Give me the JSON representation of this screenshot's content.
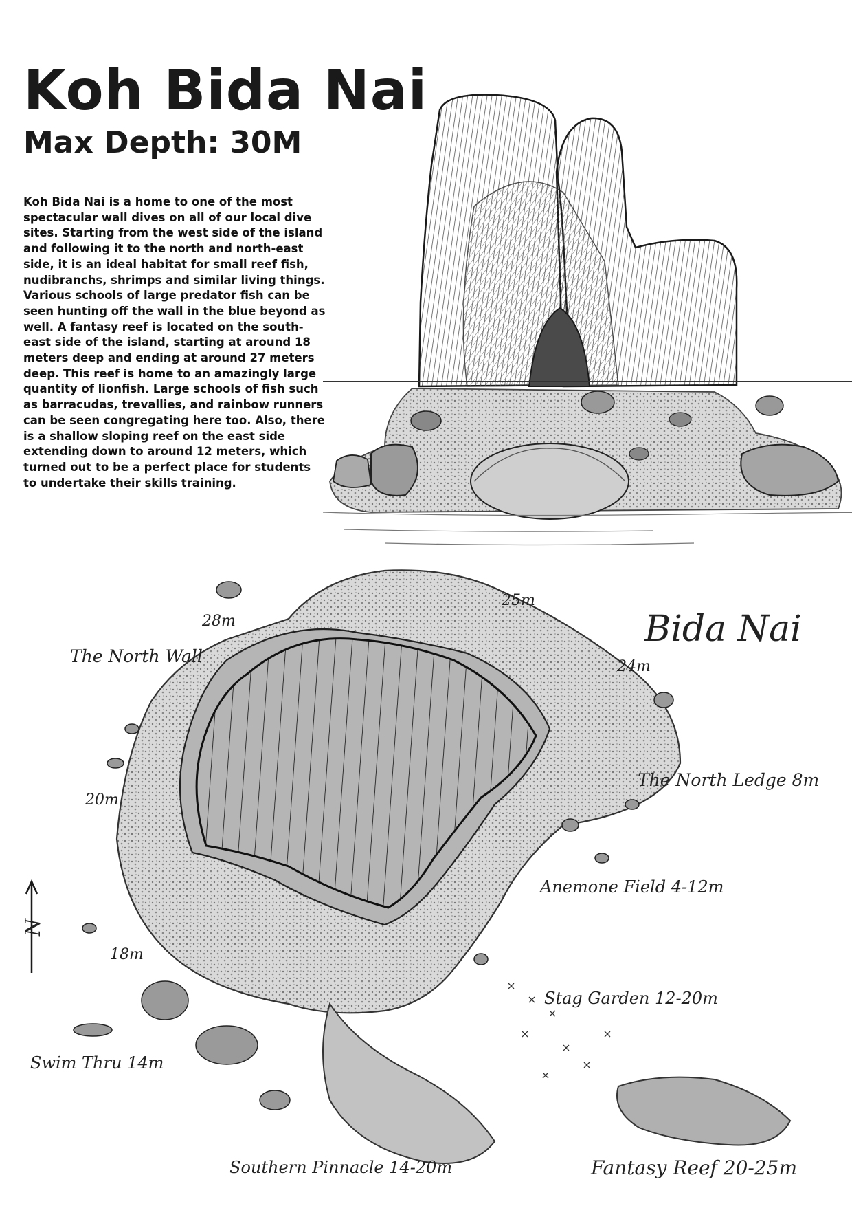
{
  "header": {
    "title": "Koh Bida Nai",
    "subtitle": "Max Depth: 30M"
  },
  "description": "Koh Bida Nai is a home to one of the most spectacular wall dives on all of our local dive sites. Starting from the west side of the island and following it to the north and north-east side, it is an ideal habitat for small reef fish, nudibranchs, shrimps and similar living things. Various schools of large predator fish can be seen hunting off the wall in the blue beyond as well. A fantasy reef is located on the south-east side of the island, starting at around 18 meters deep and ending at around 27 meters deep. This reef is home to an amazingly large quantity of lionfish. Large schools of fish such as barracudas, trevallies, and rainbow runners can be seen congregating here too. Also, there is a shallow sloping reef on the east side extending down to around 12 meters, which turned out to be a perfect place for students to undertake their skills training.",
  "map": {
    "name": "Bida Nai",
    "north_symbol": "N",
    "labels": {
      "north_wall": "The North Wall",
      "north_ledge": "The North Ledge 8m",
      "anemone_field": "Anemone Field  4-12m",
      "stag_garden": "Stag Garden  12-20m",
      "swim_thru": "Swim Thru  14m",
      "southern_pinnacle": "Southern Pinnacle  14-20m",
      "fantasy_reef": "Fantasy Reef  20-25m"
    },
    "depths": {
      "d28": "28m",
      "d25": "25m",
      "d24": "24m",
      "d20": "20m",
      "d18": "18m"
    }
  },
  "colors": {
    "ink": "#1a1a1a",
    "rock_shade": "#8c8c8c",
    "rock_light": "#c8c8c8"
  }
}
